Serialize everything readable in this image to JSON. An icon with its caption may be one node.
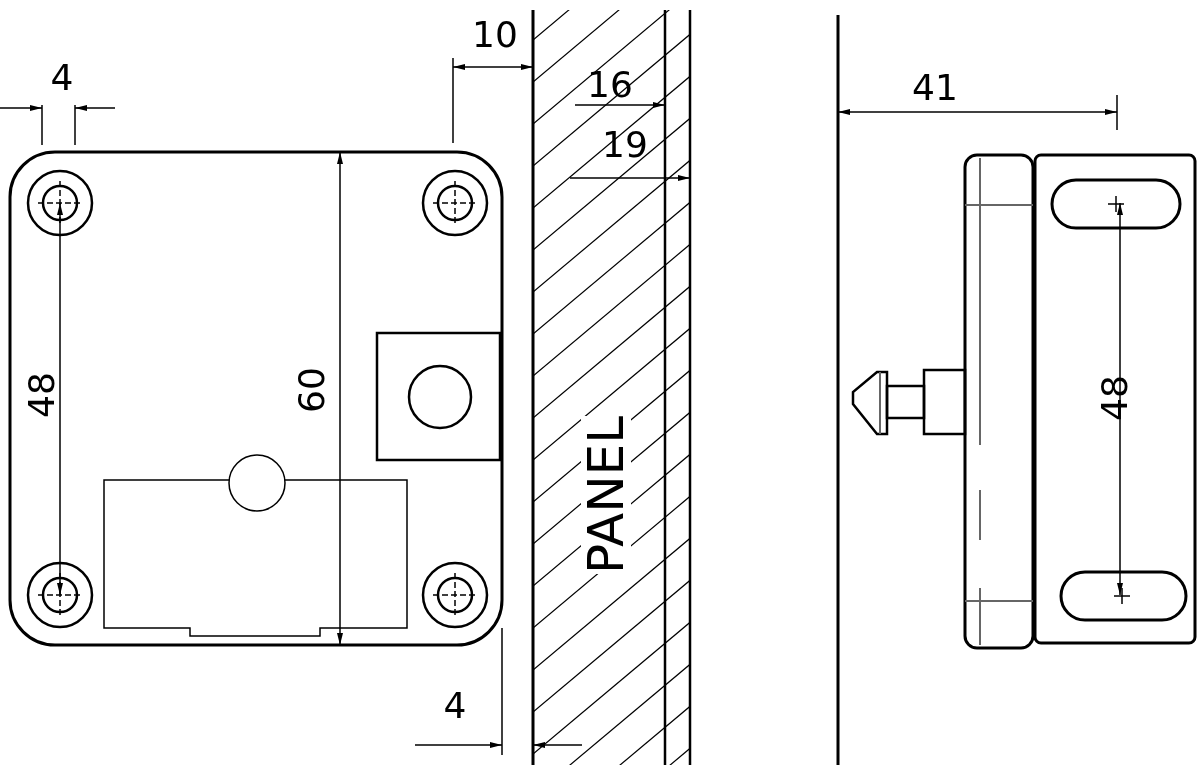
{
  "diagram": {
    "labels": [
      "10",
      "4",
      "16",
      "41",
      "19",
      "48",
      "60",
      "PANEL",
      "48",
      "4"
    ]
  }
}
